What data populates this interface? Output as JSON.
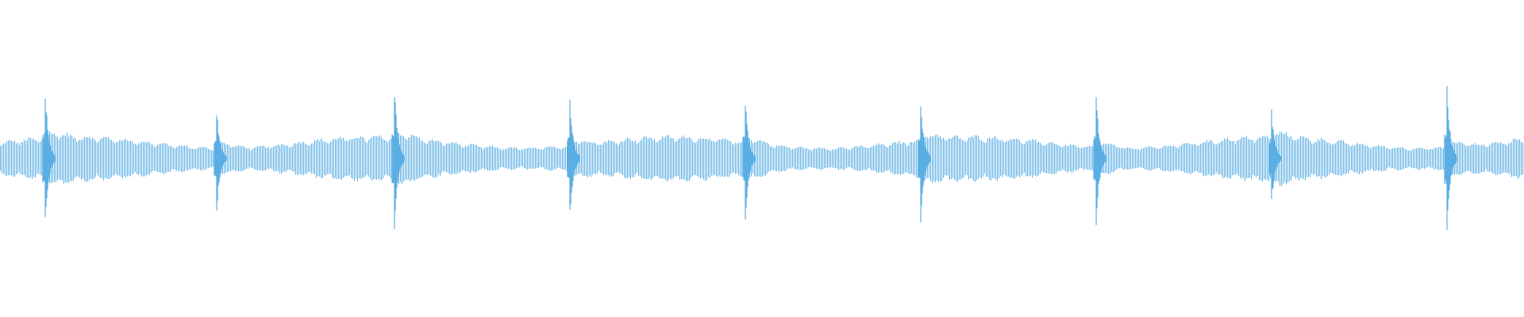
{
  "waveform": {
    "color": "#5aaee3",
    "background": "#ffffff",
    "baseline_level": 0.14,
    "envelope_modulation": 0.35,
    "spikes": [
      {
        "peak_up": 0.58,
        "peak_down": 0.55
      },
      {
        "peak_up": 0.41,
        "peak_down": 0.43
      },
      {
        "peak_up": 0.6,
        "peak_down": 0.6
      },
      {
        "peak_up": 0.49,
        "peak_down": 0.5
      },
      {
        "peak_up": 0.5,
        "peak_down": 0.51
      },
      {
        "peak_up": 0.48,
        "peak_down": 0.51
      },
      {
        "peak_up": 0.52,
        "peak_down": 0.53
      },
      {
        "peak_up": 0.4,
        "peak_down": 0.38
      },
      {
        "peak_up": 0.58,
        "peak_down": 0.57
      }
    ]
  }
}
